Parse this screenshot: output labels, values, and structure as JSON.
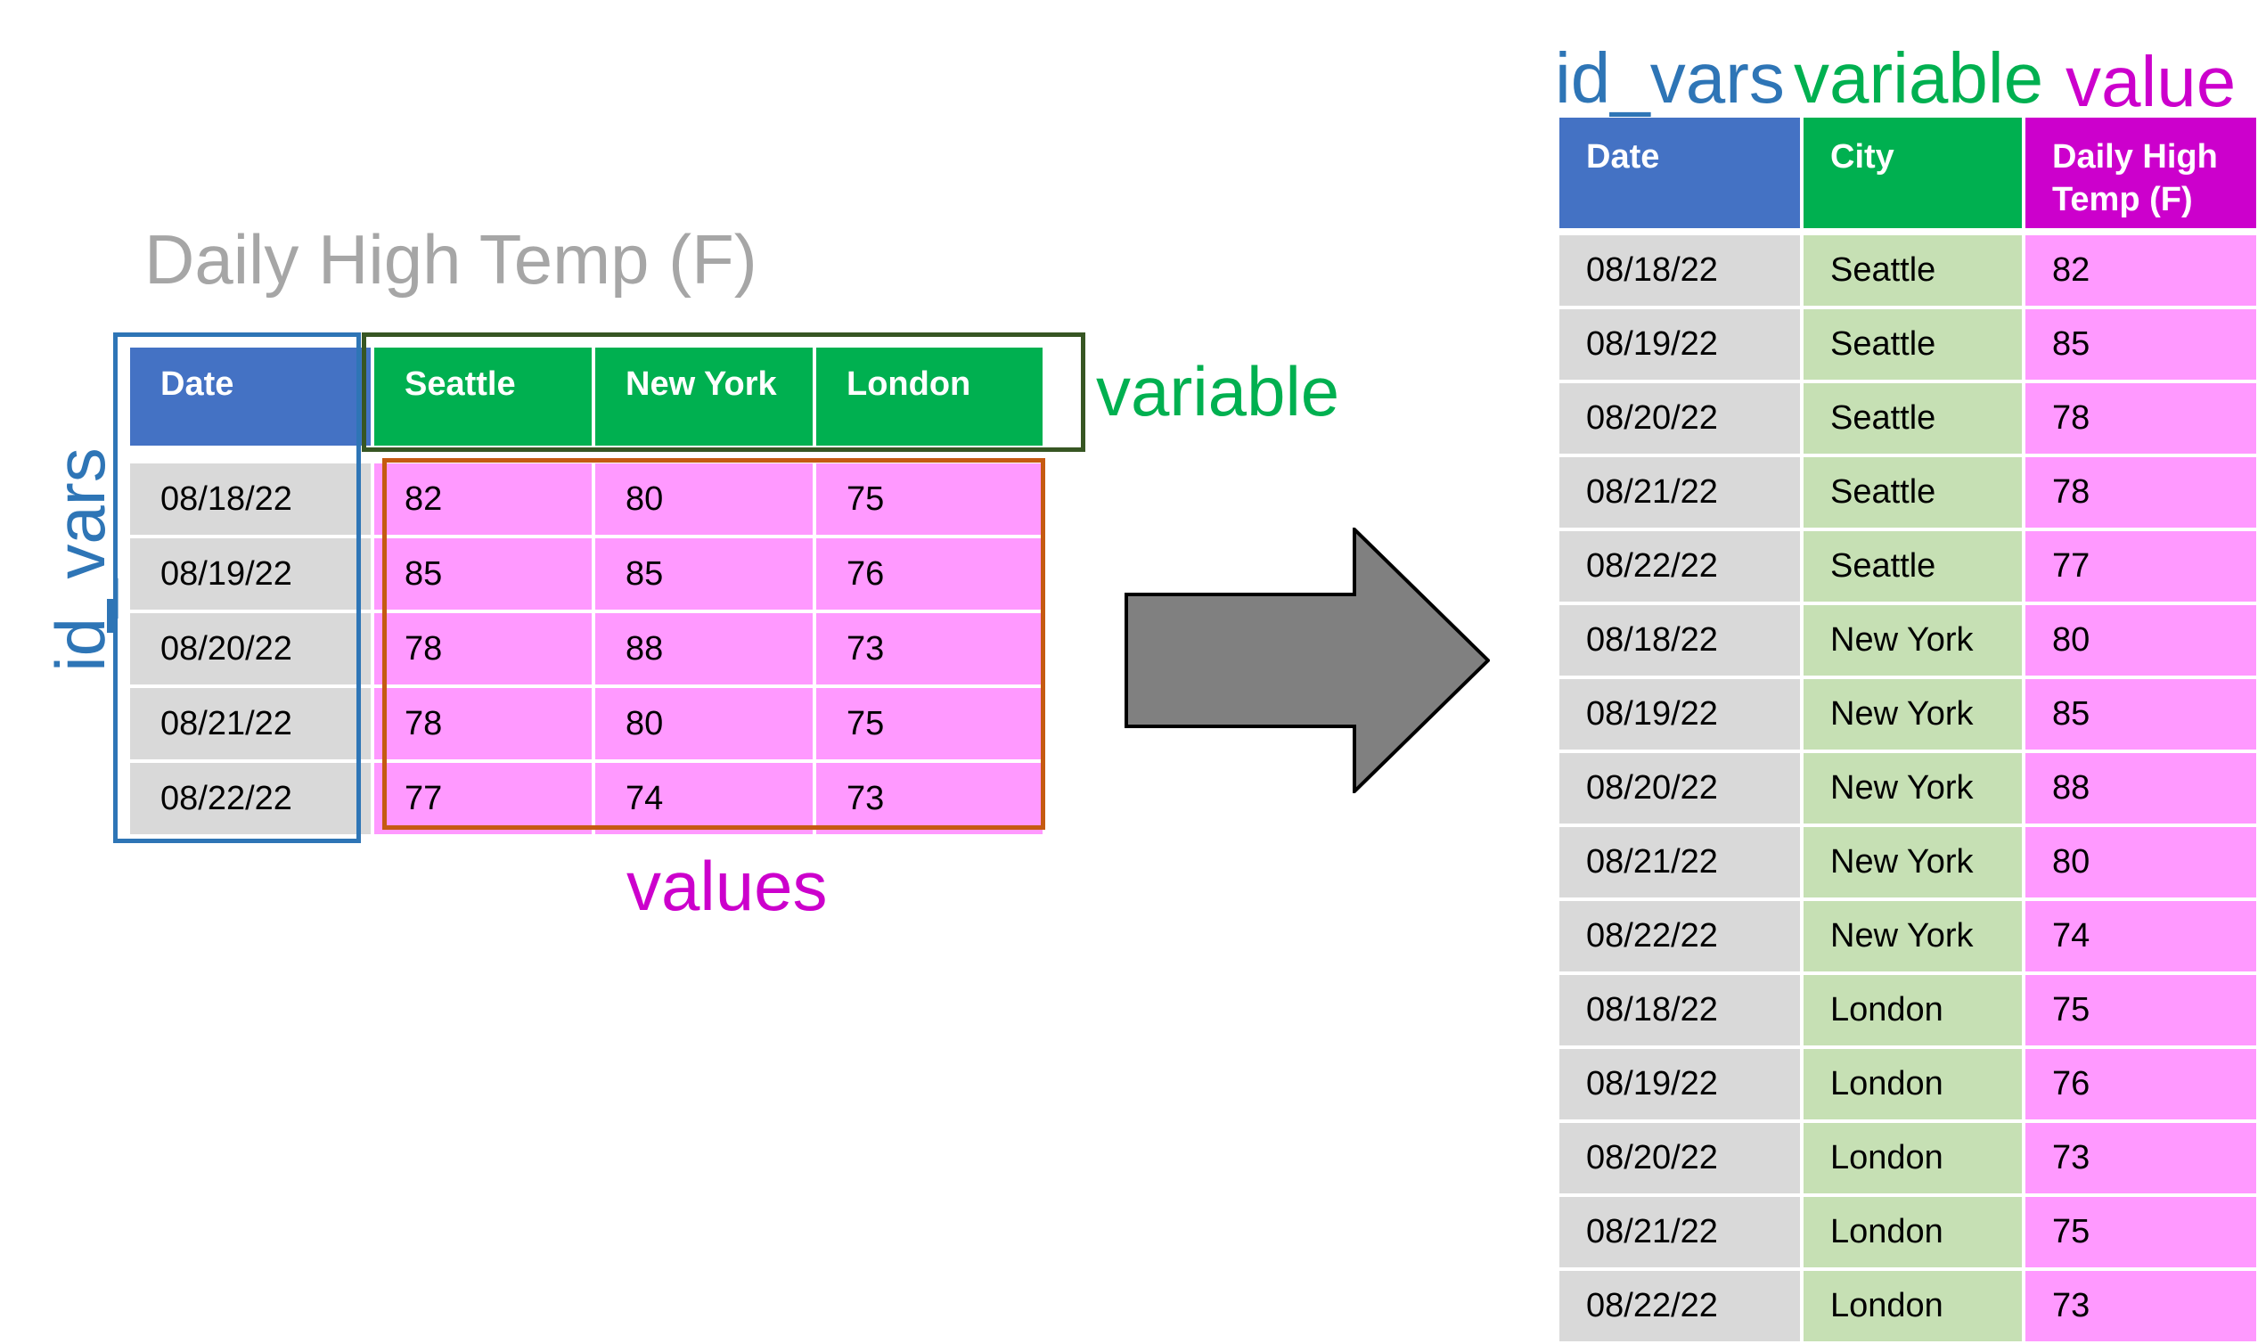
{
  "colors": {
    "id_vars": "#2e75b6",
    "variable": "#00b050",
    "value": "#cc00cc",
    "values_box": "#c55a11",
    "variable_box": "#375623",
    "header_date": "#4472c4",
    "cell_date": "#d9d9d9",
    "cell_city": "#c6e0b4",
    "cell_value": "#ff99ff",
    "title": "#a6a6a6",
    "arrow": "#808080"
  },
  "wide_table": {
    "title": "Daily High Temp (F)",
    "headers": [
      "Date",
      "Seattle",
      "New York",
      "London"
    ],
    "rows": [
      [
        "08/18/22",
        "82",
        "80",
        "75"
      ],
      [
        "08/19/22",
        "85",
        "85",
        "76"
      ],
      [
        "08/20/22",
        "78",
        "88",
        "73"
      ],
      [
        "08/21/22",
        "78",
        "80",
        "75"
      ],
      [
        "08/22/22",
        "77",
        "74",
        "73"
      ]
    ]
  },
  "annotations": {
    "id_vars": "id_vars",
    "variable": "variable",
    "values": "values"
  },
  "arrow": {
    "icon": "right-arrow-icon"
  },
  "long_table": {
    "labels": {
      "id_vars": "id_vars",
      "variable": "variable",
      "value": "value"
    },
    "headers": [
      "Date",
      "City",
      "Daily High Temp (F)"
    ],
    "rows": [
      [
        "08/18/22",
        "Seattle",
        "82"
      ],
      [
        "08/19/22",
        "Seattle",
        "85"
      ],
      [
        "08/20/22",
        "Seattle",
        "78"
      ],
      [
        "08/21/22",
        "Seattle",
        "78"
      ],
      [
        "08/22/22",
        "Seattle",
        "77"
      ],
      [
        "08/18/22",
        "New York",
        "80"
      ],
      [
        "08/19/22",
        "New York",
        "85"
      ],
      [
        "08/20/22",
        "New York",
        "88"
      ],
      [
        "08/21/22",
        "New York",
        "80"
      ],
      [
        "08/22/22",
        "New York",
        "74"
      ],
      [
        "08/18/22",
        "London",
        "75"
      ],
      [
        "08/19/22",
        "London",
        "76"
      ],
      [
        "08/20/22",
        "London",
        "73"
      ],
      [
        "08/21/22",
        "London",
        "75"
      ],
      [
        "08/22/22",
        "London",
        "73"
      ]
    ]
  }
}
